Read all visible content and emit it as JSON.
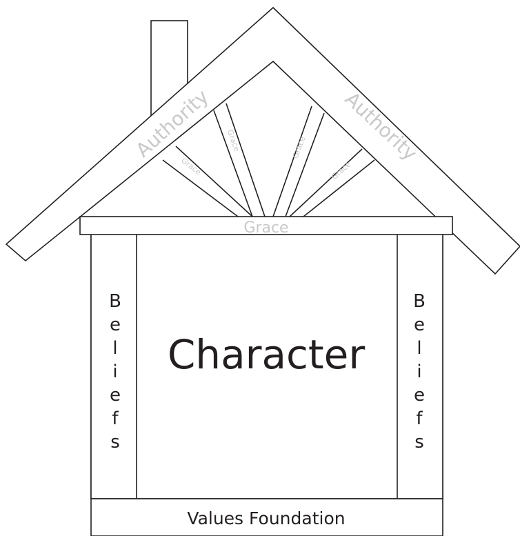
{
  "diagram": {
    "roof_labels": {
      "left": "Authority",
      "right": "Authority"
    },
    "truss_labels": [
      "Grace",
      "Grace",
      "Grace",
      "Grace"
    ],
    "beam_label": "Grace",
    "center_label": "Character",
    "left_pillar_letters": [
      "B",
      "e",
      "l",
      "i",
      "e",
      "f",
      "s"
    ],
    "right_pillar_letters": [
      "B",
      "e",
      "l",
      "i",
      "e",
      "f",
      "s"
    ],
    "foundation_label": "Values Foundation",
    "colors": {
      "stroke": "#231f20",
      "faint_text": "#c9c9c9",
      "background": "#ffffff"
    }
  }
}
